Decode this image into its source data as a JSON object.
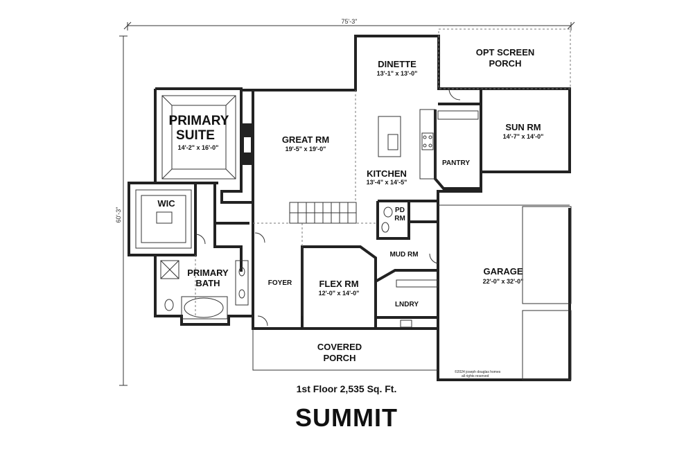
{
  "dimensions": {
    "overall_width": "75'-3\"",
    "overall_depth": "60'-3\""
  },
  "rooms": [
    {
      "id": "primary-suite",
      "name_lines": [
        "PRIMARY",
        "SUITE"
      ],
      "dims": "14'-2\" x 16'-0\""
    },
    {
      "id": "wic",
      "name_lines": [
        "WIC"
      ],
      "dims": ""
    },
    {
      "id": "primary-bath",
      "name_lines": [
        "PRIMARY",
        "BATH"
      ],
      "dims": ""
    },
    {
      "id": "great-rm",
      "name_lines": [
        "GREAT RM"
      ],
      "dims": "19'-5\" x 19'-0\""
    },
    {
      "id": "dinette",
      "name_lines": [
        "DINETTE"
      ],
      "dims": "13'-1\" x 13'-0\""
    },
    {
      "id": "opt-screen-porch",
      "name_lines": [
        "OPT SCREEN",
        "PORCH"
      ],
      "dims": ""
    },
    {
      "id": "sun-rm",
      "name_lines": [
        "SUN RM"
      ],
      "dims": "14'-7\" x 14'-0\""
    },
    {
      "id": "kitchen",
      "name_lines": [
        "KITCHEN"
      ],
      "dims": "13'-4\" x 14'-5\""
    },
    {
      "id": "pantry",
      "name_lines": [
        "PANTRY"
      ],
      "dims": ""
    },
    {
      "id": "pd-rm",
      "name_lines": [
        "PD",
        "RM"
      ],
      "dims": ""
    },
    {
      "id": "mud-rm",
      "name_lines": [
        "MUD RM"
      ],
      "dims": ""
    },
    {
      "id": "garage",
      "name_lines": [
        "GARAGE"
      ],
      "dims": "22'-0\" x 32'-0\""
    },
    {
      "id": "foyer",
      "name_lines": [
        "FOYER"
      ],
      "dims": ""
    },
    {
      "id": "flex-rm",
      "name_lines": [
        "FLEX RM"
      ],
      "dims": "12'-0\" x 14'-0\""
    },
    {
      "id": "lndry",
      "name_lines": [
        "LNDRY"
      ],
      "dims": ""
    },
    {
      "id": "covered-porch",
      "name_lines": [
        "COVERED",
        "PORCH"
      ],
      "dims": ""
    }
  ],
  "copyright": {
    "line1": "©2024 joseph douglas homes",
    "line2": "all rights reserved"
  },
  "floor_label": "1st Floor 2,535 Sq. Ft.",
  "plan_title": "SUMMIT"
}
